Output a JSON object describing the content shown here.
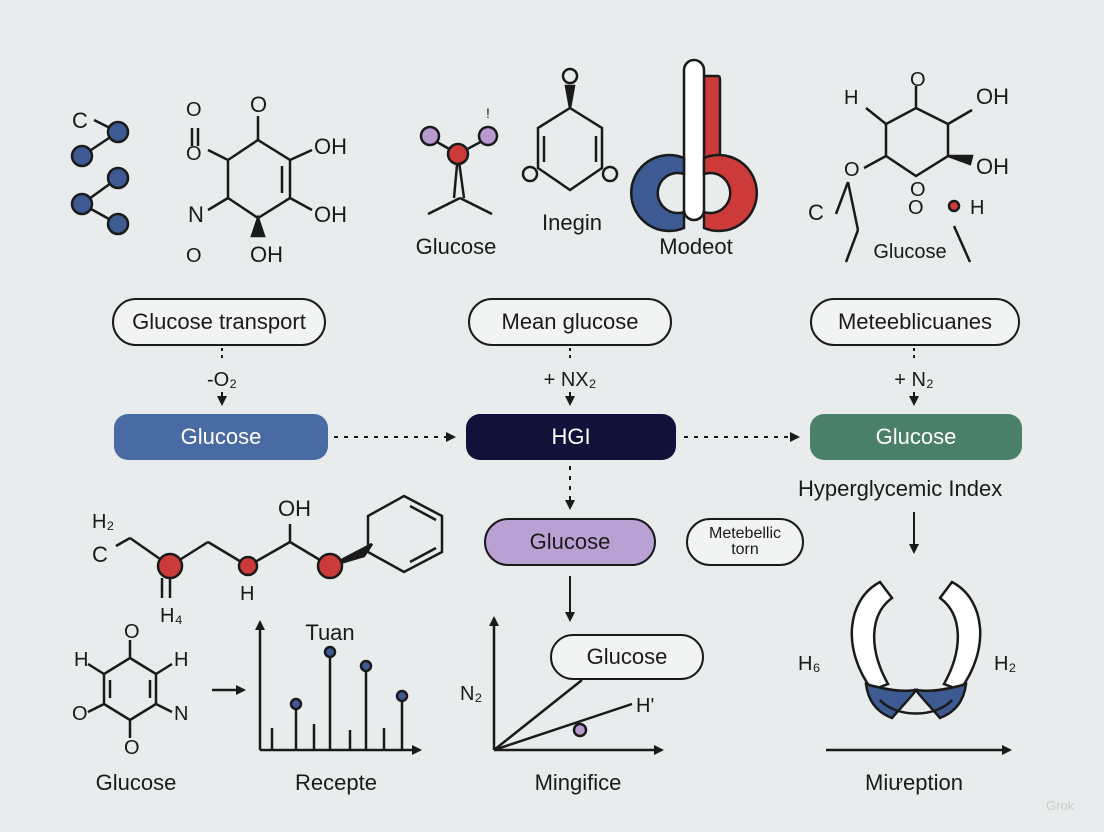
{
  "top_molecules": {
    "m1_atom": "C",
    "m2_atoms": [
      "O",
      "O",
      "OH",
      "OH",
      "N",
      "O",
      "OH"
    ],
    "m3_label": "Glucose",
    "m3_mark": "!",
    "m4_atom": "O",
    "m4_label": "Inegin",
    "m5_label": "Modeot",
    "m6_atoms": [
      "H",
      "O",
      "OH",
      "O",
      "OH",
      "O",
      "C",
      "H"
    ],
    "m6_label": "Glucose"
  },
  "flow": {
    "pill_left": "Glucose transport",
    "pill_mid": "Mean glucose",
    "pill_right": "Meteeblicuanes",
    "reagent_left": "-O₂",
    "reagent_mid": "+ NX₂",
    "reagent_right": "+ N₂",
    "node_left": "Glucose",
    "node_mid": "HGI",
    "node_right": "Glucose",
    "index_label": "Hyperglycemic Index",
    "node_purple": "Glucose",
    "metabolic_box": "Metebellic torn",
    "lower_pill": "Glucose",
    "colors": {
      "node_left": "#4a6aa3",
      "node_mid": "#10123a",
      "node_right": "#4a8069",
      "node_purple": "#b9a2d3",
      "atom_red": "#cd3a3a",
      "atom_blue": "#3d5a93",
      "atom_purple": "#b79bcf"
    }
  },
  "bottom_left": {
    "chain_atoms": [
      "H₂",
      "C",
      "OH",
      "H",
      "H₄"
    ],
    "ring_atoms": [
      "O",
      "H",
      "H",
      "O",
      "N",
      "O"
    ],
    "ring_label": "Glucose"
  },
  "plot_recepte": {
    "title": "Tuan",
    "label": "Recepte"
  },
  "plot_mingifice": {
    "ylabel": "N₂",
    "point_label": "H'",
    "label": "Mingifice"
  },
  "bottom_right": {
    "left_atom": "H₆",
    "right_atom": "H₂",
    "label": "Miưeption"
  },
  "watermark": "Grok"
}
